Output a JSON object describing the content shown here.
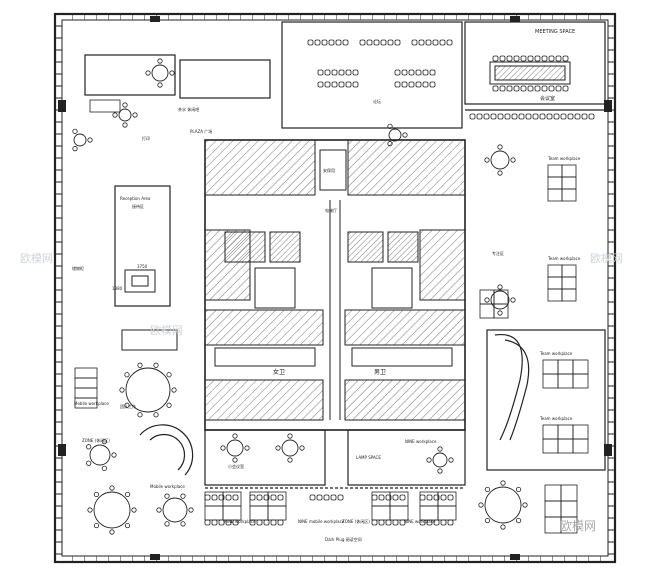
{
  "labels": {
    "meeting_space": "MEETING SPACE",
    "meeting_space_cn": "会议室",
    "plaza": "PLAZA 广场",
    "tea_bar": "茶水 休闲吧",
    "reception": "Reception Area",
    "reception_cn": "接待区",
    "dim_w": "3750",
    "dim_h": "1380",
    "security": "安保用",
    "corridor": "电梯厅",
    "forum_cn": "论坛",
    "team_workplace_1": "Team workplace",
    "team_workplace_2": "Team workplace",
    "team_workplace_3": "Team workplace",
    "team_workplace_4": "Team workplace",
    "focus_cn": "专注区",
    "mobile_workplace_1": "Mobile workplace",
    "mobile_workplace_2": "Mobile workplace",
    "team_work_cn": "团队工作",
    "nine_workplace": "NINE workplace",
    "lamp_space": "LAMP SPACE",
    "female_wc": "女卫",
    "male_wc": "男卫",
    "dark_plug": "Dark Plug",
    "bottom_a": "NINE workplace",
    "bottom_b": "NINE mobile workplace",
    "bottom_c": "ZONE (休闲区)",
    "bottom_d": "NINE workplace",
    "bottom_e": "Team workplace",
    "bottom_center": "Dark Plug 阅读空间",
    "focus_left": "ZONE (休闲区)",
    "storage_cn": "储物柜",
    "print_cn": "打印",
    "small_meeting": "小会议室",
    "watermark_1": "欧模网",
    "watermark_2": "欧模网",
    "watermark_3": "欧模网",
    "watermark_4": "欧模网"
  },
  "colors": {
    "ink": "#222222",
    "hatch": "#555555",
    "watermark": "#cfd4da",
    "background": "#ffffff"
  }
}
